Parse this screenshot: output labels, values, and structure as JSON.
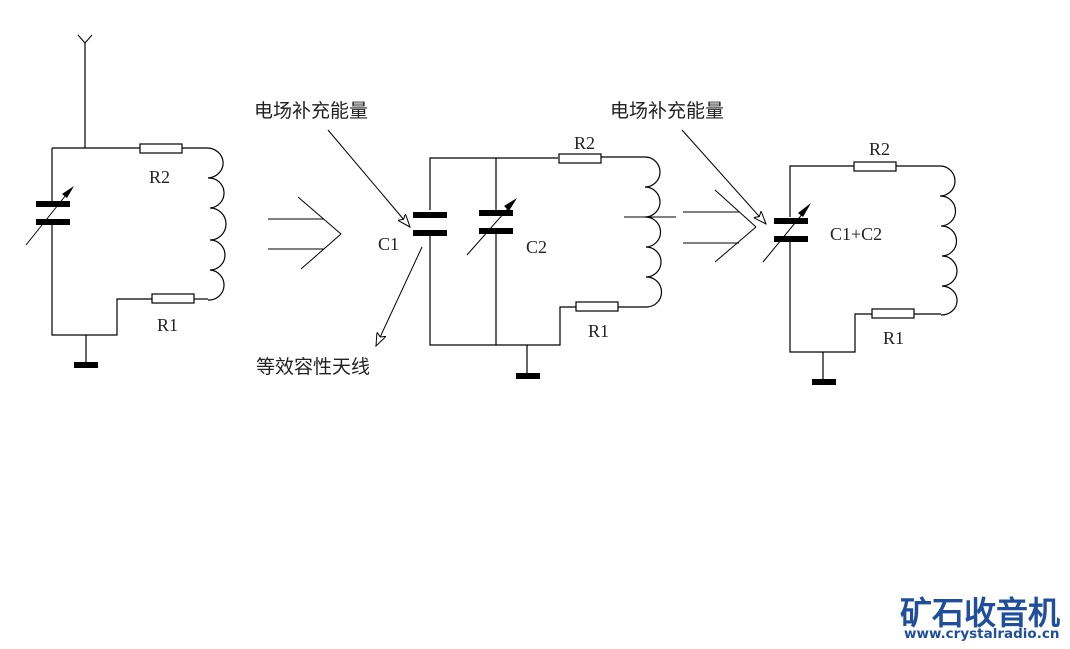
{
  "diagram": {
    "title": "Crystal radio equivalent circuit transformation",
    "circuit1": {
      "labels": {
        "r2": "R2",
        "r1": "R1"
      },
      "components": [
        "antenna",
        "variable-capacitor",
        "resistor-R2",
        "inductor-coil",
        "resistor-R1",
        "ground"
      ]
    },
    "circuit2": {
      "labels": {
        "c1": "C1",
        "c2": "C2",
        "r2": "R2",
        "r1": "R1"
      },
      "components": [
        "capacitor-C1",
        "variable-capacitor-C2",
        "resistor-R2",
        "tapped-inductor-coil",
        "resistor-R1",
        "ground"
      ]
    },
    "circuit3": {
      "labels": {
        "c": "C1+C2",
        "r2": "R2",
        "r1": "R1"
      },
      "components": [
        "variable-capacitor-C1+C2",
        "resistor-R2",
        "inductor-coil",
        "resistor-R1",
        "ground"
      ]
    },
    "annotations": {
      "energy_top_left": "电场补充能量",
      "energy_top_right": "电场补充能量",
      "equivalent_antenna": "等效容性天线"
    },
    "transform_arrows": 2
  },
  "watermark": {
    "brand": "矿石收音机",
    "url": "www.crystalradio.cn",
    "color": "#1f4e9c"
  }
}
